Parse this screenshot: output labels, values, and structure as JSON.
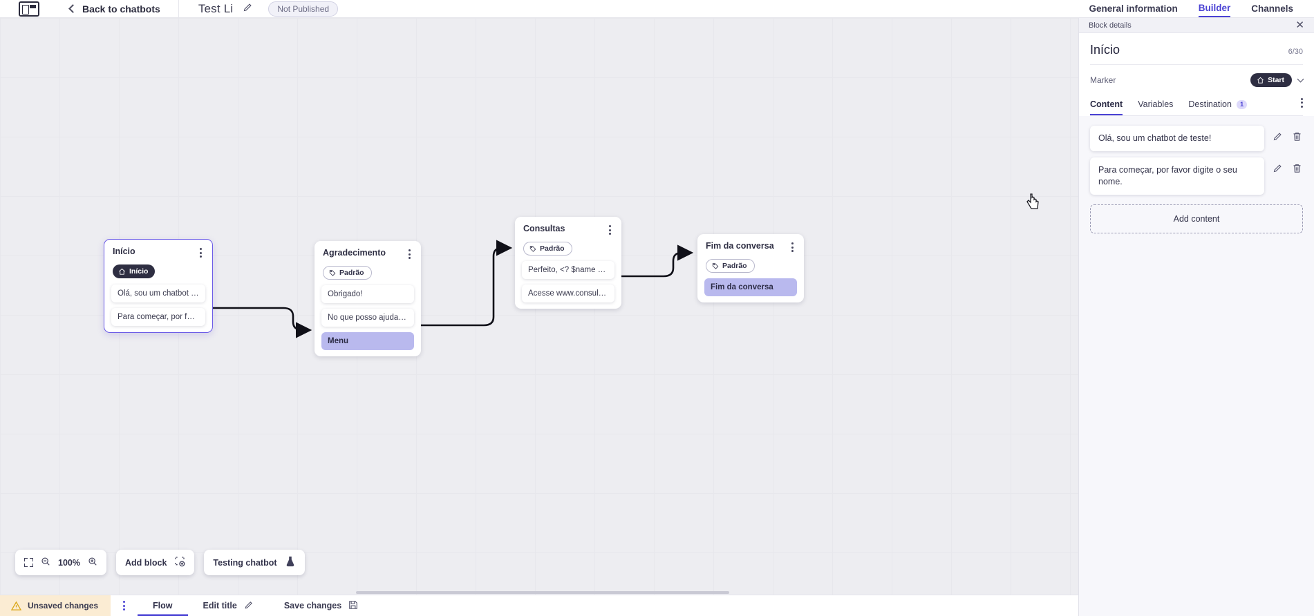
{
  "topbar": {
    "logo_name": "app-logo",
    "back_label": "Back to chatbots",
    "bot_title": "Test Li",
    "status_label": "Not Published",
    "tabs": [
      {
        "label": "General information",
        "active": false
      },
      {
        "label": "Builder",
        "active": true
      },
      {
        "label": "Channels",
        "active": false
      }
    ]
  },
  "canvas": {
    "zoom_level": "100%",
    "tools": [
      {
        "label": "100%",
        "name": "zoom-control"
      },
      {
        "label": "Add block",
        "name": "add-block-button"
      },
      {
        "label": "Testing chatbot",
        "name": "testing-chatbot-button"
      }
    ],
    "nodes": [
      {
        "id": "inicio",
        "title": "Início",
        "badge": "Início",
        "badge_type": "start",
        "selected": true,
        "rows": [
          {
            "text": "Olá, sou um chatbot de teste!",
            "highlight": false
          },
          {
            "text": "Para começar, por favor digite o ...",
            "highlight": false
          }
        ]
      },
      {
        "id": "agradecimento",
        "title": "Agradecimento",
        "badge": "Padrão",
        "badge_type": "default",
        "selected": false,
        "rows": [
          {
            "text": "Obrigado!",
            "highlight": false
          },
          {
            "text": "No que posso ajudar, <? $name ...",
            "highlight": false
          },
          {
            "text": "Menu",
            "highlight": true
          }
        ]
      },
      {
        "id": "consultas",
        "title": "Consultas",
        "badge": "Padrão",
        "badge_type": "default",
        "selected": false,
        "rows": [
          {
            "text": "Perfeito, <? $name ?>!",
            "highlight": false
          },
          {
            "text": "Acesse www.consultas.com par...",
            "highlight": false
          }
        ]
      },
      {
        "id": "fim",
        "title": "Fim da conversa",
        "badge": "Padrão",
        "badge_type": "default",
        "selected": false,
        "rows": [
          {
            "text": "Fim da conversa",
            "highlight": true
          }
        ]
      }
    ]
  },
  "panel": {
    "header_label": "Block details",
    "title": "Início",
    "char_count": "6/30",
    "marker_label": "Marker",
    "marker_value": "Start",
    "tabs": [
      {
        "label": "Content",
        "badge": "",
        "active": true
      },
      {
        "label": "Variables",
        "badge": "",
        "active": false
      },
      {
        "label": "Destination",
        "badge": "1",
        "active": false
      }
    ],
    "content_items": [
      {
        "text": "Olá, sou um chatbot de teste!"
      },
      {
        "text": "Para começar, por favor digite o seu nome."
      }
    ],
    "add_content_label": "Add content"
  },
  "footer": {
    "unsaved_label": "Unsaved changes",
    "items": [
      {
        "label": "Flow",
        "active": true,
        "icon": ""
      },
      {
        "label": "Edit title",
        "active": false,
        "icon": "pencil"
      },
      {
        "label": "Save changes",
        "active": false,
        "icon": "save"
      }
    ]
  },
  "colors": {
    "accent": "#4a42d4",
    "node_highlight": "#b9b9ee",
    "warning_bg": "#fbecd3",
    "dark_badge": "#2e2e42"
  }
}
